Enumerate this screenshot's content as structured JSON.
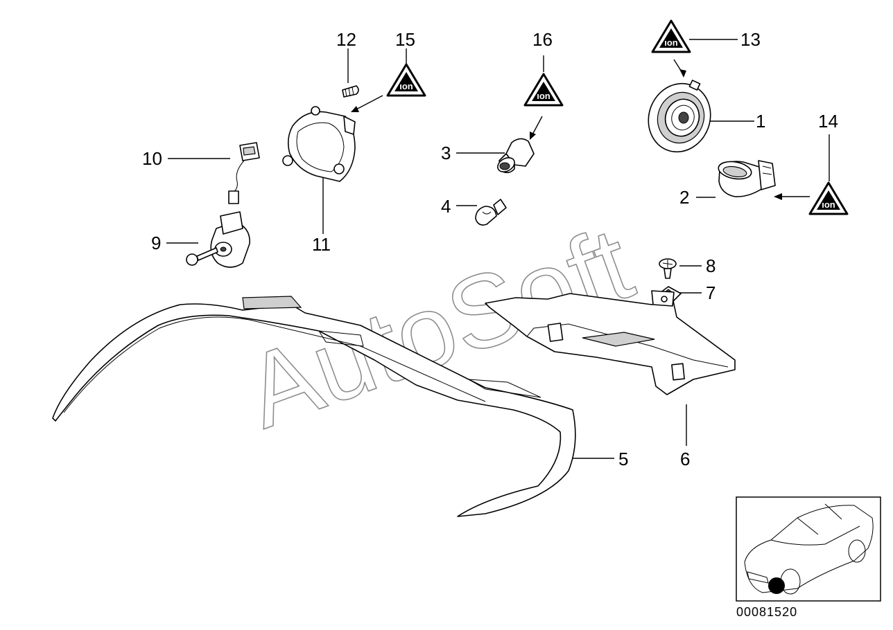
{
  "callouts": {
    "n1": "1",
    "n2": "2",
    "n3": "3",
    "n4": "4",
    "n5": "5",
    "n6": "6",
    "n7": "7",
    "n8": "8",
    "n9": "9",
    "n10": "10",
    "n11": "11",
    "n12": "12",
    "n13": "13",
    "n14": "14",
    "n15": "15",
    "n16": "16"
  },
  "warning_symbol_text": "ıon",
  "watermark": "AutoSoft",
  "reference_code": "00081520",
  "colors": {
    "line": "#000000",
    "watermark": "#8c8c8c",
    "background": "#ffffff"
  }
}
